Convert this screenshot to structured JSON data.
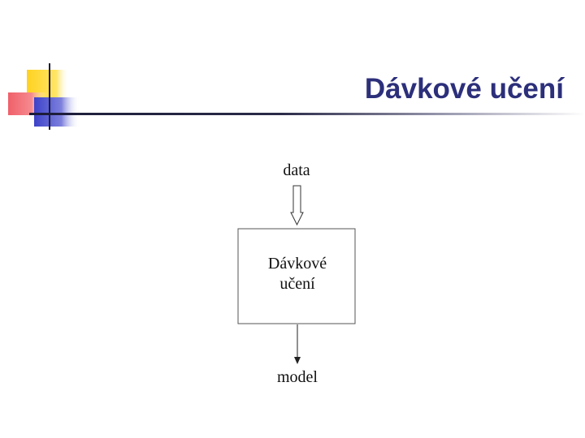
{
  "slide": {
    "title": "Dávkové učení"
  },
  "diagram": {
    "input_label": "data",
    "process_label_line1": "Dávkové",
    "process_label_line2": "učení",
    "output_label": "model"
  },
  "colors": {
    "title": "#2c2f7a",
    "logo_yellow": "#ffd21f",
    "logo_red": "#f0606a",
    "logo_blue": "#3d42c9",
    "rule": "#1c1c3a"
  }
}
